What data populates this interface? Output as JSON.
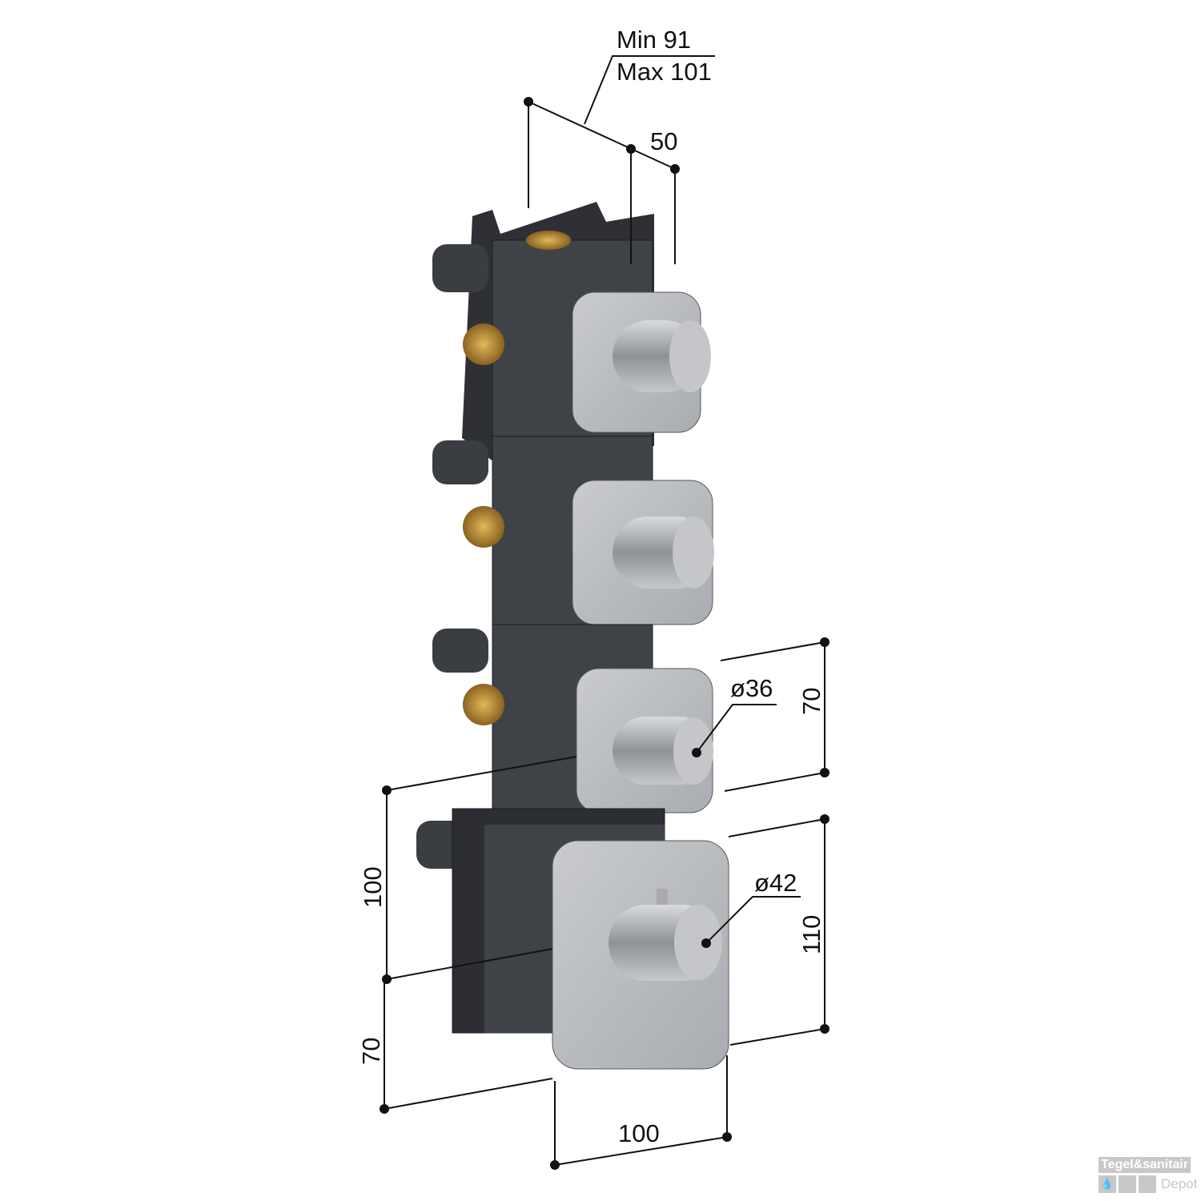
{
  "diagram": {
    "dimensions": {
      "depth_min": "Min 91",
      "depth_max": "Max 101",
      "depth_plate": "50",
      "module_height": "70",
      "knob_small_diameter": "ø36",
      "plate_large_height": "110",
      "knob_large_diameter": "ø42",
      "center_spacing": "100",
      "bottom_offset": "70",
      "plate_width": "100"
    },
    "colors": {
      "housing": "#3a3d42",
      "housing_dark": "#26282c",
      "faceplate": "#b9bcc0",
      "brass": "#b8892e",
      "line": "#111111"
    }
  },
  "watermark": {
    "brand": "Tegel&sanitair",
    "sub": "Depot"
  }
}
